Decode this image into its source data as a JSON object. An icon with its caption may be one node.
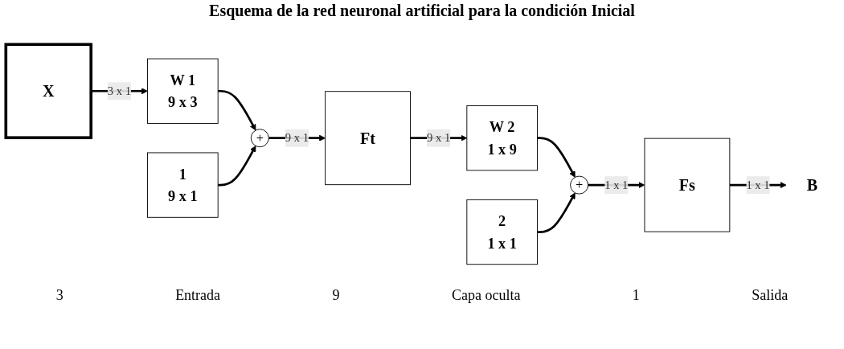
{
  "diagram": {
    "title": "Esquema de la red neuronal artificial para la condición Inicial",
    "nodes": [
      {
        "text": [
          "X"
        ]
      },
      {
        "text": [
          "W 1",
          "9 x 3"
        ]
      },
      {
        "text": [
          "1",
          "9 x 1"
        ]
      },
      {
        "text": [
          "+"
        ]
      },
      {
        "text": [
          "Ft"
        ]
      },
      {
        "text": [
          "W 2",
          "1 x 9"
        ]
      },
      {
        "text": [
          "2",
          "1 x 1"
        ]
      },
      {
        "text": [
          "+"
        ]
      },
      {
        "text": [
          "Fs"
        ]
      },
      {
        "text": [
          "B"
        ]
      }
    ],
    "edges": [
      {
        "from": 0,
        "to": 1,
        "arrow": "to",
        "label": "3 x 1"
      },
      {
        "from": 1,
        "to": 3,
        "arrow": "to"
      },
      {
        "from": 2,
        "to": 3,
        "arrow": "to"
      },
      {
        "from": 3,
        "to": 4,
        "arrow": "to",
        "label": "9 x 1"
      },
      {
        "from": 4,
        "to": 5,
        "arrow": "to",
        "label": "9 x 1"
      },
      {
        "from": 5,
        "to": 7,
        "arrow": "to"
      },
      {
        "from": 6,
        "to": 7,
        "arrow": "to"
      },
      {
        "from": 7,
        "to": 8,
        "arrow": "to",
        "label": "1 x 1"
      },
      {
        "from": 8,
        "to": 9,
        "arrow": "to",
        "label": "1 x 1"
      }
    ],
    "labels": [
      "3",
      "Entrada",
      "9",
      "Capa oculta",
      "1",
      "Salida"
    ]
  }
}
